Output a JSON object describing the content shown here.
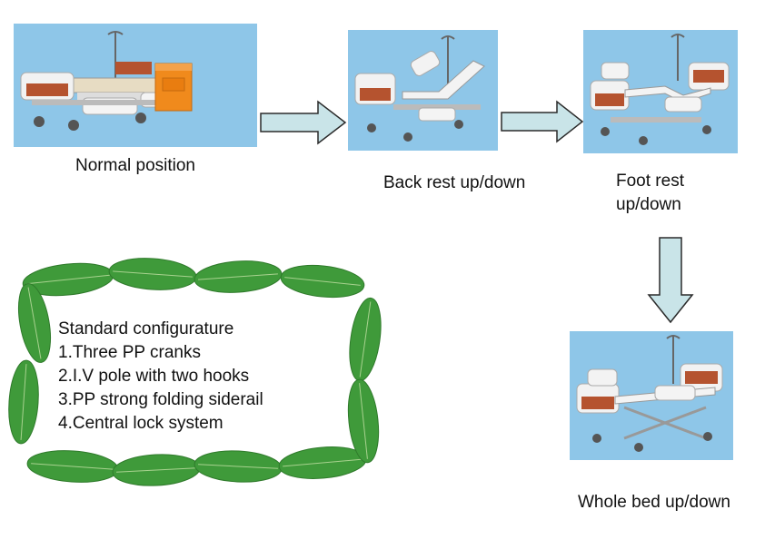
{
  "steps": [
    {
      "label": "Normal position"
    },
    {
      "label": "Back rest up/down"
    },
    {
      "label_line1": "Foot rest",
      "label_line2": "up/down"
    },
    {
      "label": "Whole bed up/down"
    }
  ],
  "config": {
    "title": "Standard configurature",
    "items": [
      "1.Three PP cranks",
      "2.I.V pole with two hooks",
      "3.PP strong folding siderail",
      "4.Central lock system"
    ]
  },
  "colors": {
    "photo_background": "#8ec6e8",
    "arrow_fill": "#c9e4e8",
    "arrow_stroke": "#2b2b2b",
    "leaf_green": "#3f9a3a",
    "headboard_panel": "#b5532f",
    "cabinet": "#f08a1c"
  },
  "icons": {
    "arrow_right": "right-arrow-icon",
    "arrow_down": "down-arrow-icon",
    "leaf": "leaf-icon"
  }
}
